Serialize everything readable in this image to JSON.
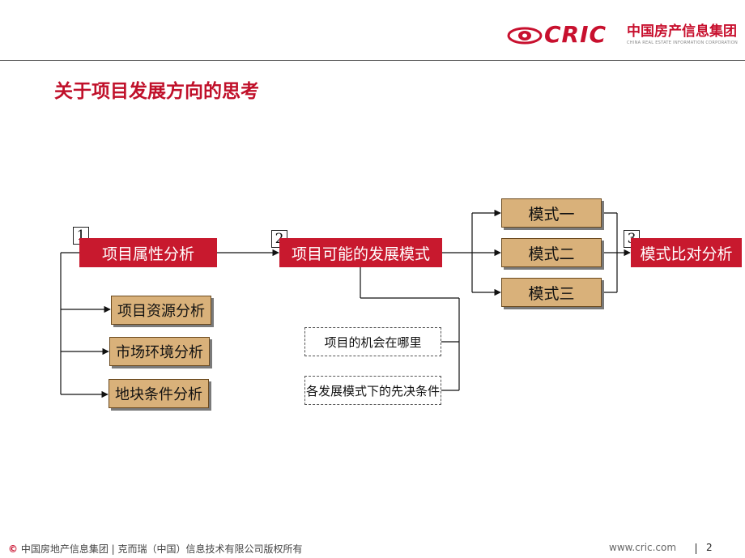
{
  "brand": {
    "wordmark": "CRIC",
    "name_cn": "中国房产信息集团",
    "name_en": "CHINA REAL ESTATE INFORMATION CORPORATION",
    "color": "#c8102e"
  },
  "slide": {
    "title": "关于项目发展方向的思考"
  },
  "diagram": {
    "step1": {
      "number": "1",
      "label": "项目属性分析"
    },
    "step1_children": [
      "项目资源分析",
      "市场环境分析",
      "地块条件分析"
    ],
    "step2": {
      "number": "2",
      "label": "项目可能的发展模式"
    },
    "step2_notes": [
      "项目的机会在哪里",
      "各发展模式下的先决条件"
    ],
    "modes": [
      "模式一",
      "模式二",
      "模式三"
    ],
    "step3": {
      "number": "3",
      "label": "模式比对分析"
    },
    "colors": {
      "red_box": "#c8192e",
      "tan_box": "#d9b17a"
    }
  },
  "footer": {
    "copyright_symbol": "©",
    "copyright": "中国房地产信息集团 | 克而瑞（中国）信息技术有限公司版权所有",
    "url": "www.cric.com",
    "page_number": "2"
  }
}
